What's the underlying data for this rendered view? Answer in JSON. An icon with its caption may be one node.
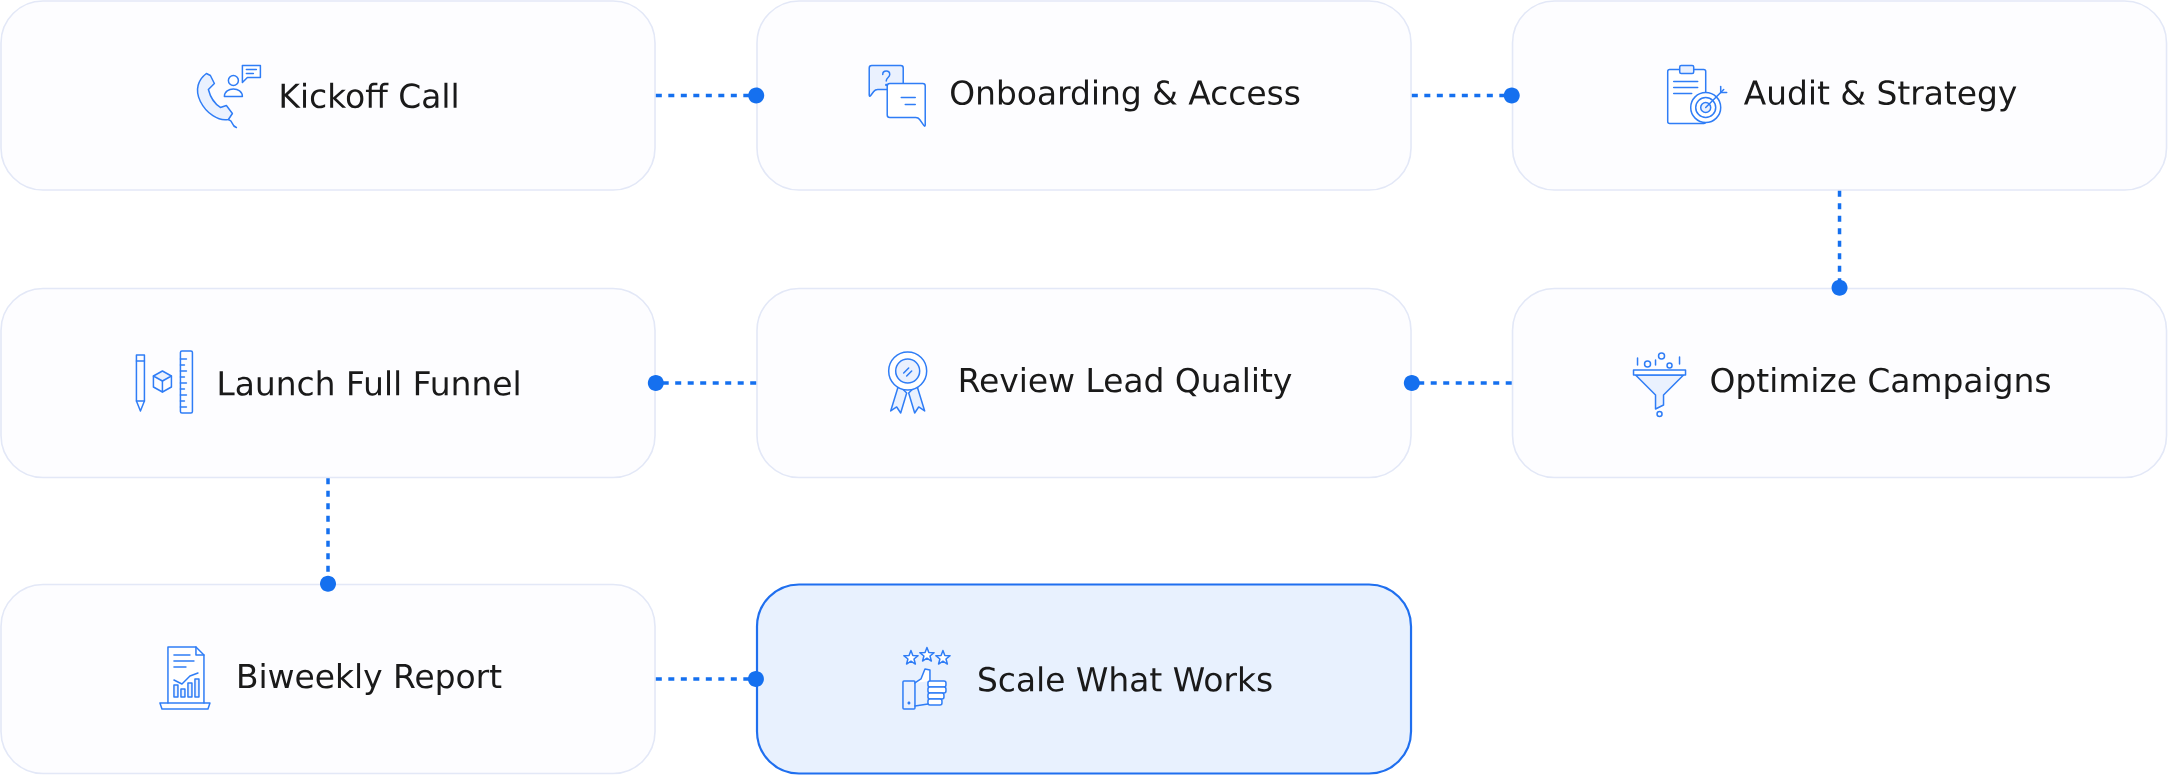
{
  "diagram": {
    "nodes": [
      {
        "text": [
          "Kickoff Call"
        ]
      },
      {
        "text": [
          "Onboarding & Access"
        ]
      },
      {
        "text": [
          "Audit & Strategy"
        ]
      },
      {
        "text": [
          "Launch Full Funnel"
        ]
      },
      {
        "text": [
          "Review Lead Quality"
        ]
      },
      {
        "text": [
          "Optimize Campaigns"
        ]
      },
      {
        "text": [
          "Biweekly Report"
        ]
      },
      {
        "text": [
          "Scale What Works"
        ]
      }
    ],
    "edges": [
      {
        "from": 0,
        "to": 1,
        "arrow": "other"
      },
      {
        "from": 1,
        "to": 2,
        "arrow": "other"
      },
      {
        "from": 2,
        "to": 5,
        "arrow": "other"
      },
      {
        "from": 5,
        "to": 4,
        "arrow": "other"
      },
      {
        "from": 4,
        "to": 3,
        "arrow": "other"
      },
      {
        "from": 3,
        "to": 6,
        "arrow": "other"
      },
      {
        "from": 6,
        "to": 7,
        "arrow": "other"
      }
    ]
  }
}
